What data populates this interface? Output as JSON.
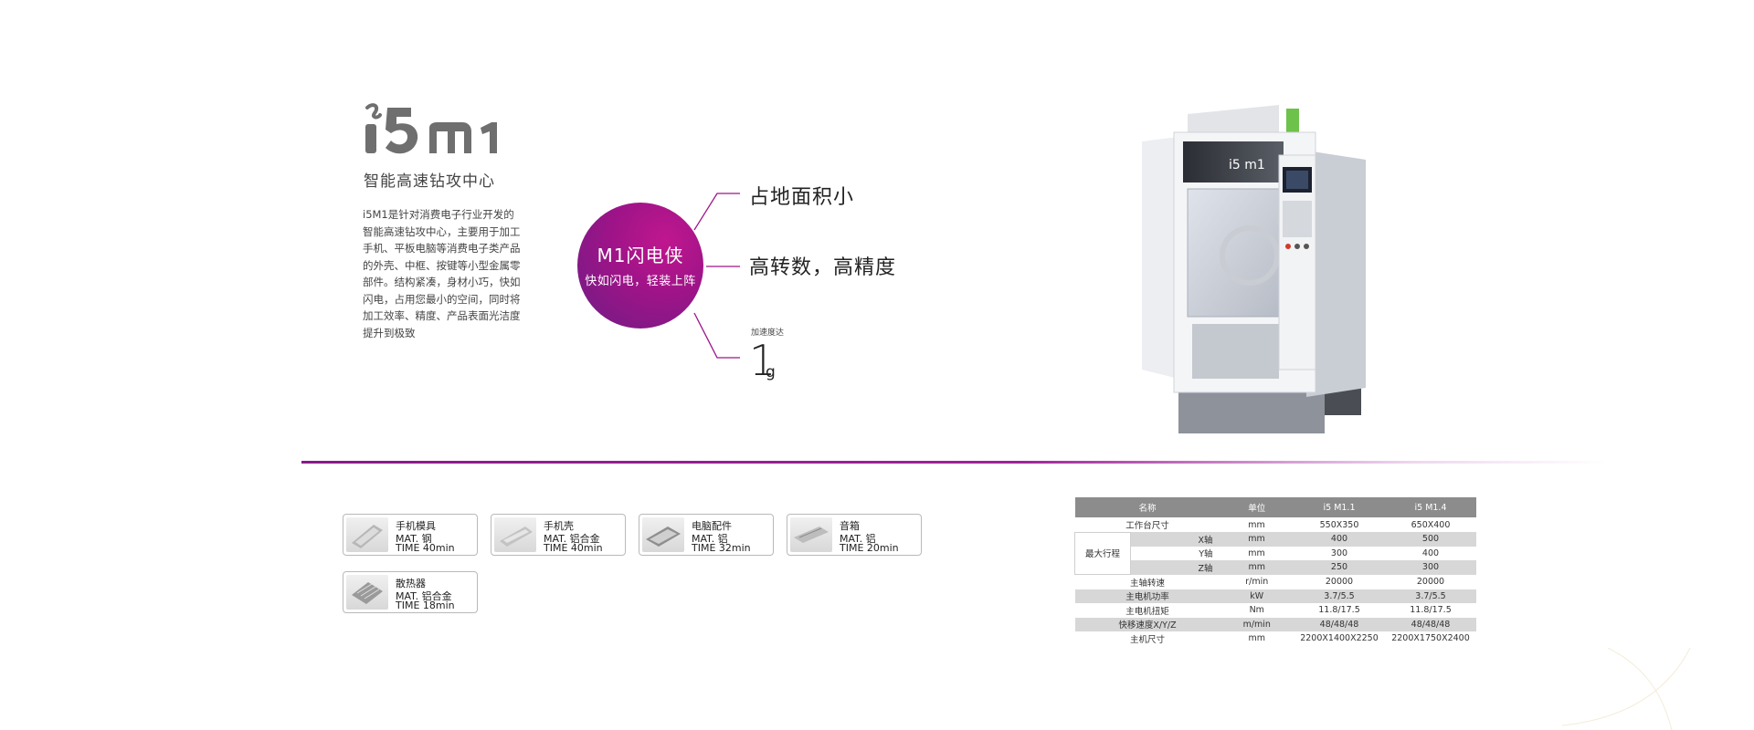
{
  "brand": {
    "logo_text": "i5 m1",
    "subtitle": "智能高速钻攻中心",
    "description_lines": [
      "i5M1是针对消费电子行业开发的",
      "智能高速钻攻中心，主要用于加工",
      "手机、平板电脑等消费电子类产品",
      "的外壳、中框、按键等小型金属零",
      "部件。结构紧凑，身材小巧，快如",
      "闪电，占用您最小的空间，同时将",
      "加工效率、精度、产品表面光洁度",
      "提升到极致"
    ]
  },
  "highlight": {
    "title": "M1闪电侠",
    "subtitle": "快如闪电，轻装上阵",
    "color": "#9d1488"
  },
  "features": {
    "item1": "占地面积小",
    "item2": "高转数，高精度",
    "accel_label": "加速度达",
    "accel_value": "1",
    "accel_unit": "g"
  },
  "machine": {
    "panel_logo": "i5 m1",
    "icon": "cnc-machine-icon"
  },
  "products": [
    {
      "name": "手机模具",
      "mat": "MAT. 钢",
      "time": "TIME  40min"
    },
    {
      "name": "手机壳",
      "mat": "MAT. 铝合金",
      "time": "TIME  40min"
    },
    {
      "name": "电脑配件",
      "mat": "MAT. 铝",
      "time": "TIME  32min"
    },
    {
      "name": "音箱",
      "mat": "MAT. 铝",
      "time": "TIME  20min"
    },
    {
      "name": "散热器",
      "mat": "MAT. 铝合金",
      "time": "TIME  18min"
    }
  ],
  "spec_table": {
    "headers": [
      "名称",
      "单位",
      "i5 M1.1",
      "i5 M1.4"
    ],
    "rows": [
      {
        "name": "工作台尺寸",
        "unit": "mm",
        "a": "550X350",
        "b": "650X400"
      },
      {
        "name": "X轴",
        "unit": "mm",
        "a": "400",
        "b": "500"
      },
      {
        "name": "Y轴",
        "unit": "mm",
        "a": "300",
        "b": "400"
      },
      {
        "name": "Z轴",
        "unit": "mm",
        "a": "250",
        "b": "300"
      },
      {
        "name": "主轴转速",
        "unit": "r/min",
        "a": "20000",
        "b": "20000"
      },
      {
        "name": "主电机功率",
        "unit": "kW",
        "a": "3.7/5.5",
        "b": "3.7/5.5"
      },
      {
        "name": "主电机扭矩",
        "unit": "Nm",
        "a": "11.8/17.5",
        "b": "11.8/17.5"
      },
      {
        "name": "快移速度X/Y/Z",
        "unit": "m/min",
        "a": "48/48/48",
        "b": "48/48/48"
      },
      {
        "name": "主机尺寸",
        "unit": "mm",
        "a": "2200X1400X2250",
        "b": "2200X1750X2400"
      }
    ],
    "group_label": "最大行程"
  }
}
